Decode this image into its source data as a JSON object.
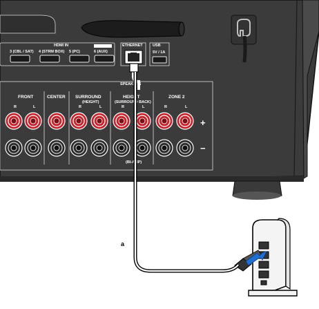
{
  "panel": {
    "hdmi_header": "HDMI IN",
    "hdmi_ports": [
      "3 (CBL / SAT)",
      "4 (STRM BOX)",
      "5 (PC)",
      "6 (AUX)"
    ],
    "ethernet_label": "ETHERNET",
    "usb_label": "USB",
    "usb_spec": "5V / 1A",
    "speakers_header": "SPEAKERS",
    "speaker_groups": [
      {
        "title": "FRONT",
        "sub": "",
        "ch": [
          "R",
          "L"
        ]
      },
      {
        "title": "CENTER",
        "sub": "",
        "ch": []
      },
      {
        "title": "SURROUND",
        "sub": "(HEIGHT)",
        "ch": [
          "R",
          "L"
        ]
      },
      {
        "title": "HEIGHT",
        "sub": "(SURROUND BACK)",
        "ch": [
          "R",
          "L"
        ]
      },
      {
        "title": "ZONE 2",
        "sub": "",
        "ch": [
          "R",
          "L"
        ]
      }
    ],
    "plus_sign": "+",
    "minus_sign": "−",
    "bi_amp_label": "(BI-AMP)"
  },
  "callout": {
    "label": "a"
  },
  "colors": {
    "panel_body": "#3d3d3d",
    "panel_dark": "#2a2a2a",
    "terminal_red": "#c8232c",
    "label_white": "#ffffff",
    "router_white": "#f4f4f4",
    "connector_blue": "#1f6fd1"
  }
}
